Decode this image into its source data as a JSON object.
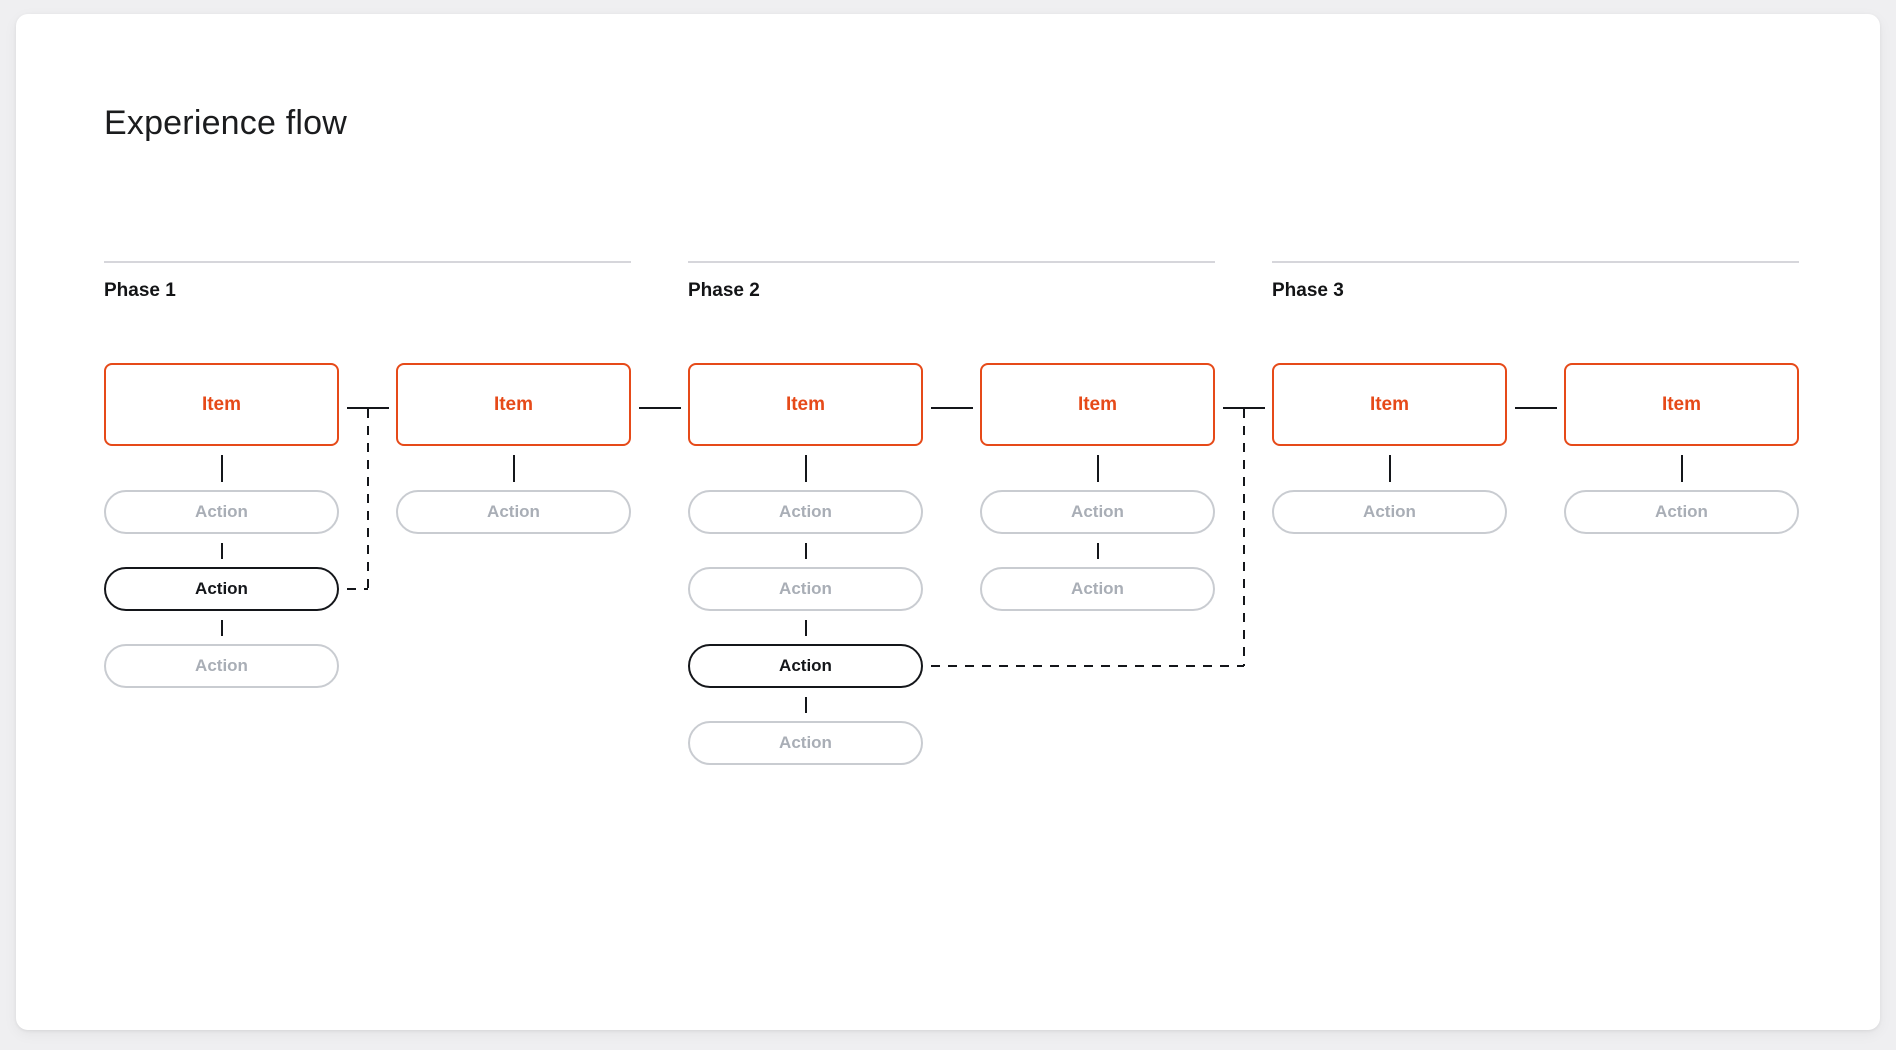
{
  "title": "Experience flow",
  "colors": {
    "accent": "#E64A19",
    "muted_border": "#C9CCD1",
    "muted_text": "#A9AEB6",
    "active_ink": "#14161A",
    "divider": "#D6D6DB",
    "card_background": "#FFFFFF",
    "page_background": "#EFEFF1"
  },
  "phases": [
    {
      "label": "Phase 1",
      "columns": [
        {
          "item": "Item",
          "actions": [
            {
              "label": "Action",
              "state": "muted"
            },
            {
              "label": "Action",
              "state": "active"
            },
            {
              "label": "Action",
              "state": "muted"
            }
          ]
        },
        {
          "item": "Item",
          "actions": [
            {
              "label": "Action",
              "state": "muted"
            }
          ]
        }
      ]
    },
    {
      "label": "Phase 2",
      "columns": [
        {
          "item": "Item",
          "actions": [
            {
              "label": "Action",
              "state": "muted"
            },
            {
              "label": "Action",
              "state": "muted"
            },
            {
              "label": "Action",
              "state": "active"
            },
            {
              "label": "Action",
              "state": "muted"
            }
          ]
        },
        {
          "item": "Item",
          "actions": [
            {
              "label": "Action",
              "state": "muted"
            },
            {
              "label": "Action",
              "state": "muted"
            }
          ]
        }
      ]
    },
    {
      "label": "Phase 3",
      "columns": [
        {
          "item": "Item",
          "actions": [
            {
              "label": "Action",
              "state": "muted"
            }
          ]
        },
        {
          "item": "Item",
          "actions": [
            {
              "label": "Action",
              "state": "muted"
            }
          ]
        }
      ]
    }
  ],
  "connections": {
    "sequential_item_links": 5,
    "feedback_loops": [
      {
        "from_phase": 0,
        "from_column": 0,
        "from_action": 1,
        "to_gap": 1,
        "style": "dashed"
      },
      {
        "from_phase": 1,
        "from_column": 0,
        "from_action": 2,
        "to_gap": 4,
        "style": "dashed"
      }
    ]
  }
}
